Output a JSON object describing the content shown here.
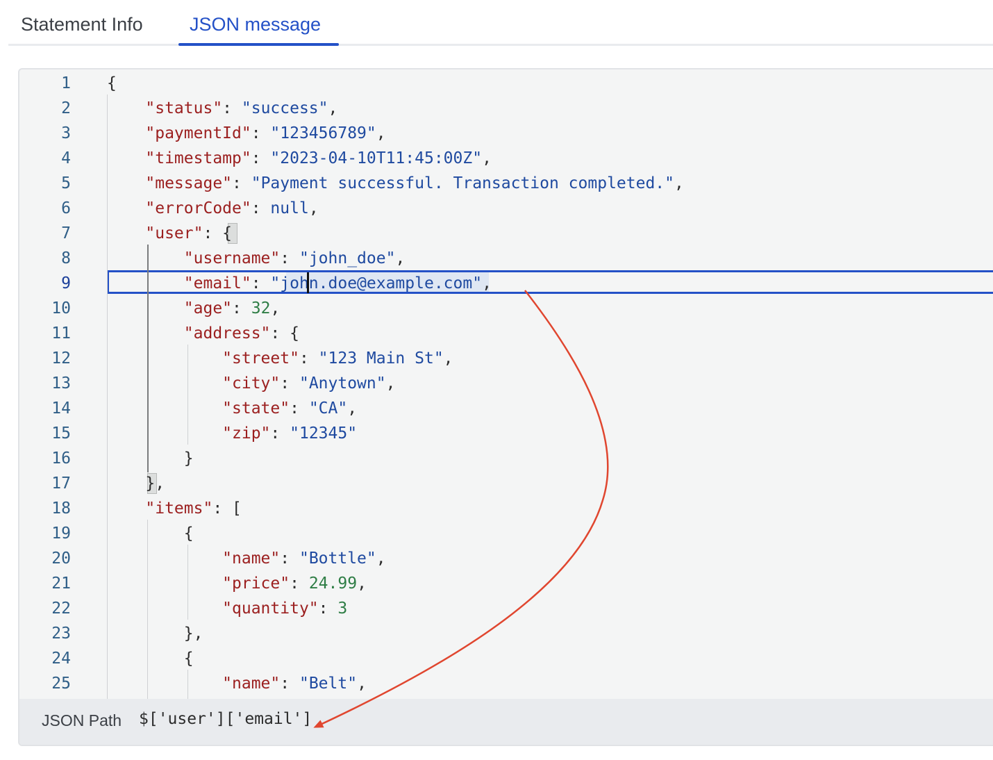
{
  "tabs": [
    {
      "label": "Statement Info",
      "active": false
    },
    {
      "label": "JSON message",
      "active": true
    }
  ],
  "editor": {
    "active_line": 9,
    "selected_text": "john.doe@example.com",
    "lines": [
      {
        "n": "1",
        "tokens": [
          [
            "p",
            "{"
          ]
        ]
      },
      {
        "n": "2",
        "tokens": [
          [
            "p",
            "    "
          ],
          [
            "k",
            "\"status\""
          ],
          [
            "p",
            ": "
          ],
          [
            "s",
            "\"success\""
          ],
          [
            "p",
            ","
          ]
        ]
      },
      {
        "n": "3",
        "tokens": [
          [
            "p",
            "    "
          ],
          [
            "k",
            "\"paymentId\""
          ],
          [
            "p",
            ": "
          ],
          [
            "s",
            "\"123456789\""
          ],
          [
            "p",
            ","
          ]
        ]
      },
      {
        "n": "4",
        "tokens": [
          [
            "p",
            "    "
          ],
          [
            "k",
            "\"timestamp\""
          ],
          [
            "p",
            ": "
          ],
          [
            "s",
            "\"2023-04-10T11:45:00Z\""
          ],
          [
            "p",
            ","
          ]
        ]
      },
      {
        "n": "5",
        "tokens": [
          [
            "p",
            "    "
          ],
          [
            "k",
            "\"message\""
          ],
          [
            "p",
            ": "
          ],
          [
            "s",
            "\"Payment successful. Transaction completed.\""
          ],
          [
            "p",
            ","
          ]
        ]
      },
      {
        "n": "6",
        "tokens": [
          [
            "p",
            "    "
          ],
          [
            "k",
            "\"errorCode\""
          ],
          [
            "p",
            ": "
          ],
          [
            "l",
            "null"
          ],
          [
            "p",
            ","
          ]
        ]
      },
      {
        "n": "7",
        "tokens": [
          [
            "p",
            "    "
          ],
          [
            "k",
            "\"user\""
          ],
          [
            "p",
            ": {"
          ]
        ]
      },
      {
        "n": "8",
        "tokens": [
          [
            "p",
            "        "
          ],
          [
            "k",
            "\"username\""
          ],
          [
            "p",
            ": "
          ],
          [
            "s",
            "\"john_doe\""
          ],
          [
            "p",
            ","
          ]
        ]
      },
      {
        "n": "9",
        "tokens": [
          [
            "p",
            "        "
          ],
          [
            "k",
            "\"email\""
          ],
          [
            "p",
            ": "
          ],
          [
            "s",
            "\"john.doe@example.com\""
          ],
          [
            "p",
            ","
          ]
        ]
      },
      {
        "n": "10",
        "tokens": [
          [
            "p",
            "        "
          ],
          [
            "k",
            "\"age\""
          ],
          [
            "p",
            ": "
          ],
          [
            "n",
            "32"
          ],
          [
            "p",
            ","
          ]
        ]
      },
      {
        "n": "11",
        "tokens": [
          [
            "p",
            "        "
          ],
          [
            "k",
            "\"address\""
          ],
          [
            "p",
            ": {"
          ]
        ]
      },
      {
        "n": "12",
        "tokens": [
          [
            "p",
            "            "
          ],
          [
            "k",
            "\"street\""
          ],
          [
            "p",
            ": "
          ],
          [
            "s",
            "\"123 Main St\""
          ],
          [
            "p",
            ","
          ]
        ]
      },
      {
        "n": "13",
        "tokens": [
          [
            "p",
            "            "
          ],
          [
            "k",
            "\"city\""
          ],
          [
            "p",
            ": "
          ],
          [
            "s",
            "\"Anytown\""
          ],
          [
            "p",
            ","
          ]
        ]
      },
      {
        "n": "14",
        "tokens": [
          [
            "p",
            "            "
          ],
          [
            "k",
            "\"state\""
          ],
          [
            "p",
            ": "
          ],
          [
            "s",
            "\"CA\""
          ],
          [
            "p",
            ","
          ]
        ]
      },
      {
        "n": "15",
        "tokens": [
          [
            "p",
            "            "
          ],
          [
            "k",
            "\"zip\""
          ],
          [
            "p",
            ": "
          ],
          [
            "s",
            "\"12345\""
          ]
        ]
      },
      {
        "n": "16",
        "tokens": [
          [
            "p",
            "        }"
          ]
        ]
      },
      {
        "n": "17",
        "tokens": [
          [
            "p",
            "    },"
          ]
        ]
      },
      {
        "n": "18",
        "tokens": [
          [
            "p",
            "    "
          ],
          [
            "k",
            "\"items\""
          ],
          [
            "p",
            ": ["
          ]
        ]
      },
      {
        "n": "19",
        "tokens": [
          [
            "p",
            "        {"
          ]
        ]
      },
      {
        "n": "20",
        "tokens": [
          [
            "p",
            "            "
          ],
          [
            "k",
            "\"name\""
          ],
          [
            "p",
            ": "
          ],
          [
            "s",
            "\"Bottle\""
          ],
          [
            "p",
            ","
          ]
        ]
      },
      {
        "n": "21",
        "tokens": [
          [
            "p",
            "            "
          ],
          [
            "k",
            "\"price\""
          ],
          [
            "p",
            ": "
          ],
          [
            "n",
            "24.99"
          ],
          [
            "p",
            ","
          ]
        ]
      },
      {
        "n": "22",
        "tokens": [
          [
            "p",
            "            "
          ],
          [
            "k",
            "\"quantity\""
          ],
          [
            "p",
            ": "
          ],
          [
            "n",
            "3"
          ]
        ]
      },
      {
        "n": "23",
        "tokens": [
          [
            "p",
            "        },"
          ]
        ]
      },
      {
        "n": "24",
        "tokens": [
          [
            "p",
            "        {"
          ]
        ]
      },
      {
        "n": "25",
        "tokens": [
          [
            "p",
            "            "
          ],
          [
            "k",
            "\"name\""
          ],
          [
            "p",
            ": "
          ],
          [
            "s",
            "\"Belt\""
          ],
          [
            "p",
            ","
          ]
        ]
      }
    ]
  },
  "json_path": {
    "label": "JSON Path",
    "value": "$['user']['email']"
  },
  "colors": {
    "accent": "#2451c7",
    "annotation_arrow": "#e0462f",
    "json_key": "#9b1f1f",
    "json_string": "#1f4aa0",
    "json_number": "#2e7d45"
  }
}
